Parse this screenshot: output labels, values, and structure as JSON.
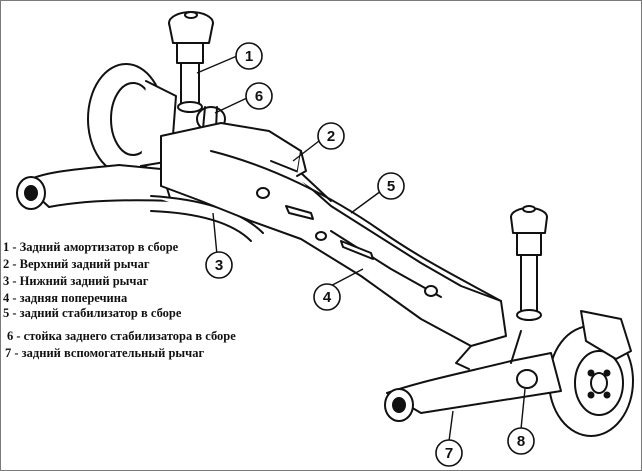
{
  "legend": {
    "items": [
      "1 - Задний амортизатор в сборе",
      "2 - Верхний задний рычаг",
      "3 - Нижний задний рычаг",
      "4 - задняя поперечина",
      "5 - задний стабилизатор в сборе",
      "6 - стойка заднего стабилизатора в сборе",
      "7 - задний вспомогательный рычаг"
    ]
  },
  "callouts": [
    "1",
    "2",
    "3",
    "4",
    "5",
    "6",
    "7",
    "8"
  ],
  "colors": {
    "line": "#111111",
    "background": "#ffffff",
    "frame": "#7a7a7a"
  }
}
